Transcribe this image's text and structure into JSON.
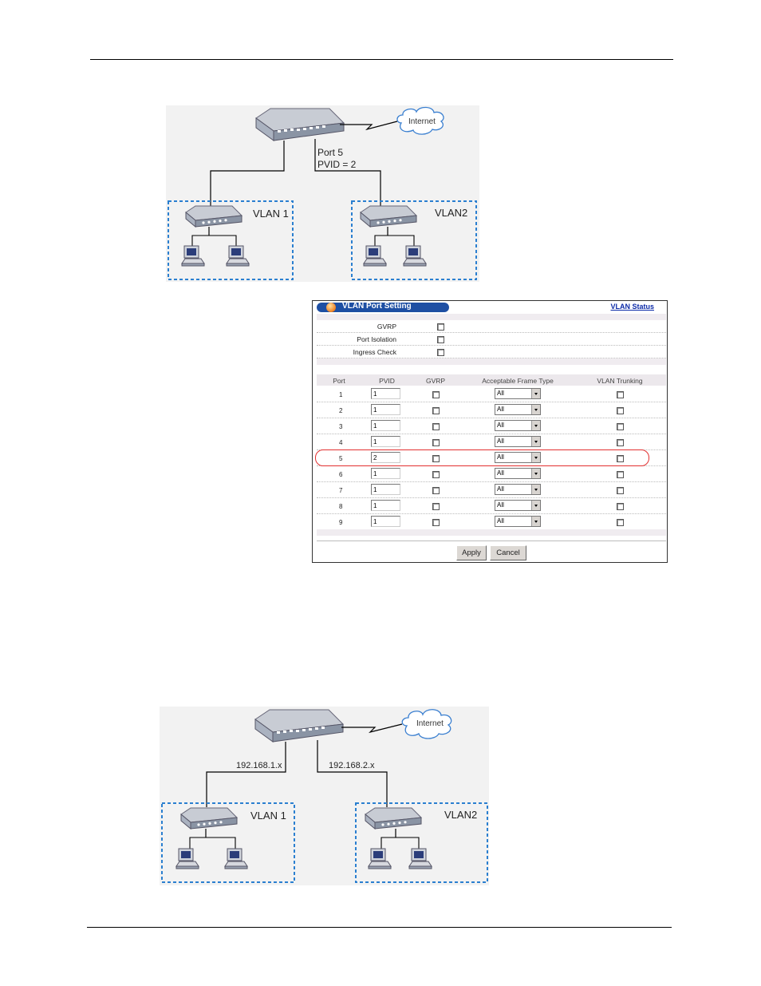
{
  "diagram1": {
    "cloud_label": "Internet",
    "port_label": "Port 5",
    "pvid_label": "PVID = 2",
    "vlan_left": "VLAN 1",
    "vlan_right": "VLAN2"
  },
  "panel": {
    "title": "VLAN Port Setting",
    "status_link": "VLAN Status",
    "options": [
      {
        "label": "GVRP",
        "checked": false
      },
      {
        "label": "Port Isolation",
        "checked": false
      },
      {
        "label": "Ingress Check",
        "checked": false
      }
    ],
    "headers": {
      "port": "Port",
      "pvid": "PVID",
      "gvrp": "GVRP",
      "frame_type": "Acceptable Frame Type",
      "trunking": "VLAN Trunking"
    },
    "ports": [
      {
        "port": "1",
        "pvid": "1",
        "frame_type": "All"
      },
      {
        "port": "2",
        "pvid": "1",
        "frame_type": "All"
      },
      {
        "port": "3",
        "pvid": "1",
        "frame_type": "All"
      },
      {
        "port": "4",
        "pvid": "1",
        "frame_type": "All"
      },
      {
        "port": "5",
        "pvid": "2",
        "frame_type": "All"
      },
      {
        "port": "6",
        "pvid": "1",
        "frame_type": "All"
      },
      {
        "port": "7",
        "pvid": "1",
        "frame_type": "All"
      },
      {
        "port": "8",
        "pvid": "1",
        "frame_type": "All"
      },
      {
        "port": "9",
        "pvid": "1",
        "frame_type": "All"
      }
    ],
    "highlighted_port": "5",
    "apply_label": "Apply",
    "cancel_label": "Cancel"
  },
  "diagram2": {
    "cloud_label": "Internet",
    "subnet_left": "192.168.1.x",
    "subnet_right": "192.168.2.x",
    "vlan_left": "VLAN 1",
    "vlan_right": "VLAN2"
  },
  "colors": {
    "panel_title_bar": "#1e4fa3",
    "highlight_outline": "#e23030",
    "vlan_box_border": "#2a7fd0"
  },
  "icons": [
    "network-switch-icon",
    "internet-cloud-icon",
    "computer-icon",
    "status-orb-icon",
    "dropdown-arrow-icon"
  ]
}
